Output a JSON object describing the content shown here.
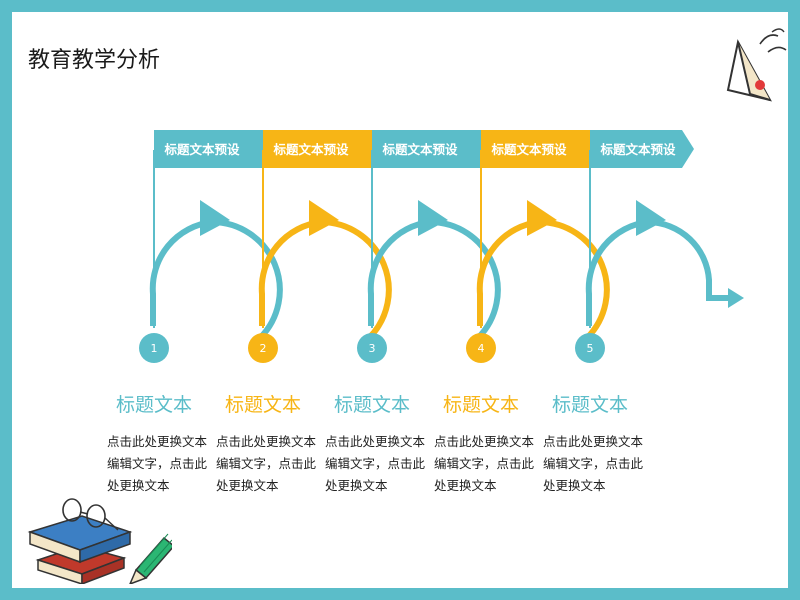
{
  "slide": {
    "title": "教育教学分析"
  },
  "colors": {
    "teal": "#5bbdc9",
    "yellow": "#f7b516",
    "border": "#5bbdc9"
  },
  "steps": [
    {
      "number": "1",
      "banner": "标题文本预设",
      "title": "标题文本",
      "body": "点击此处更换文本编辑文字，点击此处更换文本",
      "color": "teal"
    },
    {
      "number": "2",
      "banner": "标题文本预设",
      "title": "标题文本",
      "body": "点击此处更换文本编辑文字，点击此处更换文本",
      "color": "yellow"
    },
    {
      "number": "3",
      "banner": "标题文本预设",
      "title": "标题文本",
      "body": "点击此处更换文本编辑文字，点击此处更换文本",
      "color": "teal"
    },
    {
      "number": "4",
      "banner": "标题文本预设",
      "title": "标题文本",
      "body": "点击此处更换文本编辑文字，点击此处更换文本",
      "color": "yellow"
    },
    {
      "number": "5",
      "banner": "标题文本预设",
      "title": "标题文本",
      "body": "点击此处更换文本编辑文字，点击此处更换文本",
      "color": "teal"
    }
  ],
  "icons": {
    "top_right": "paper-plane-icon",
    "bottom_left": "books-glasses-pencil-icon"
  }
}
